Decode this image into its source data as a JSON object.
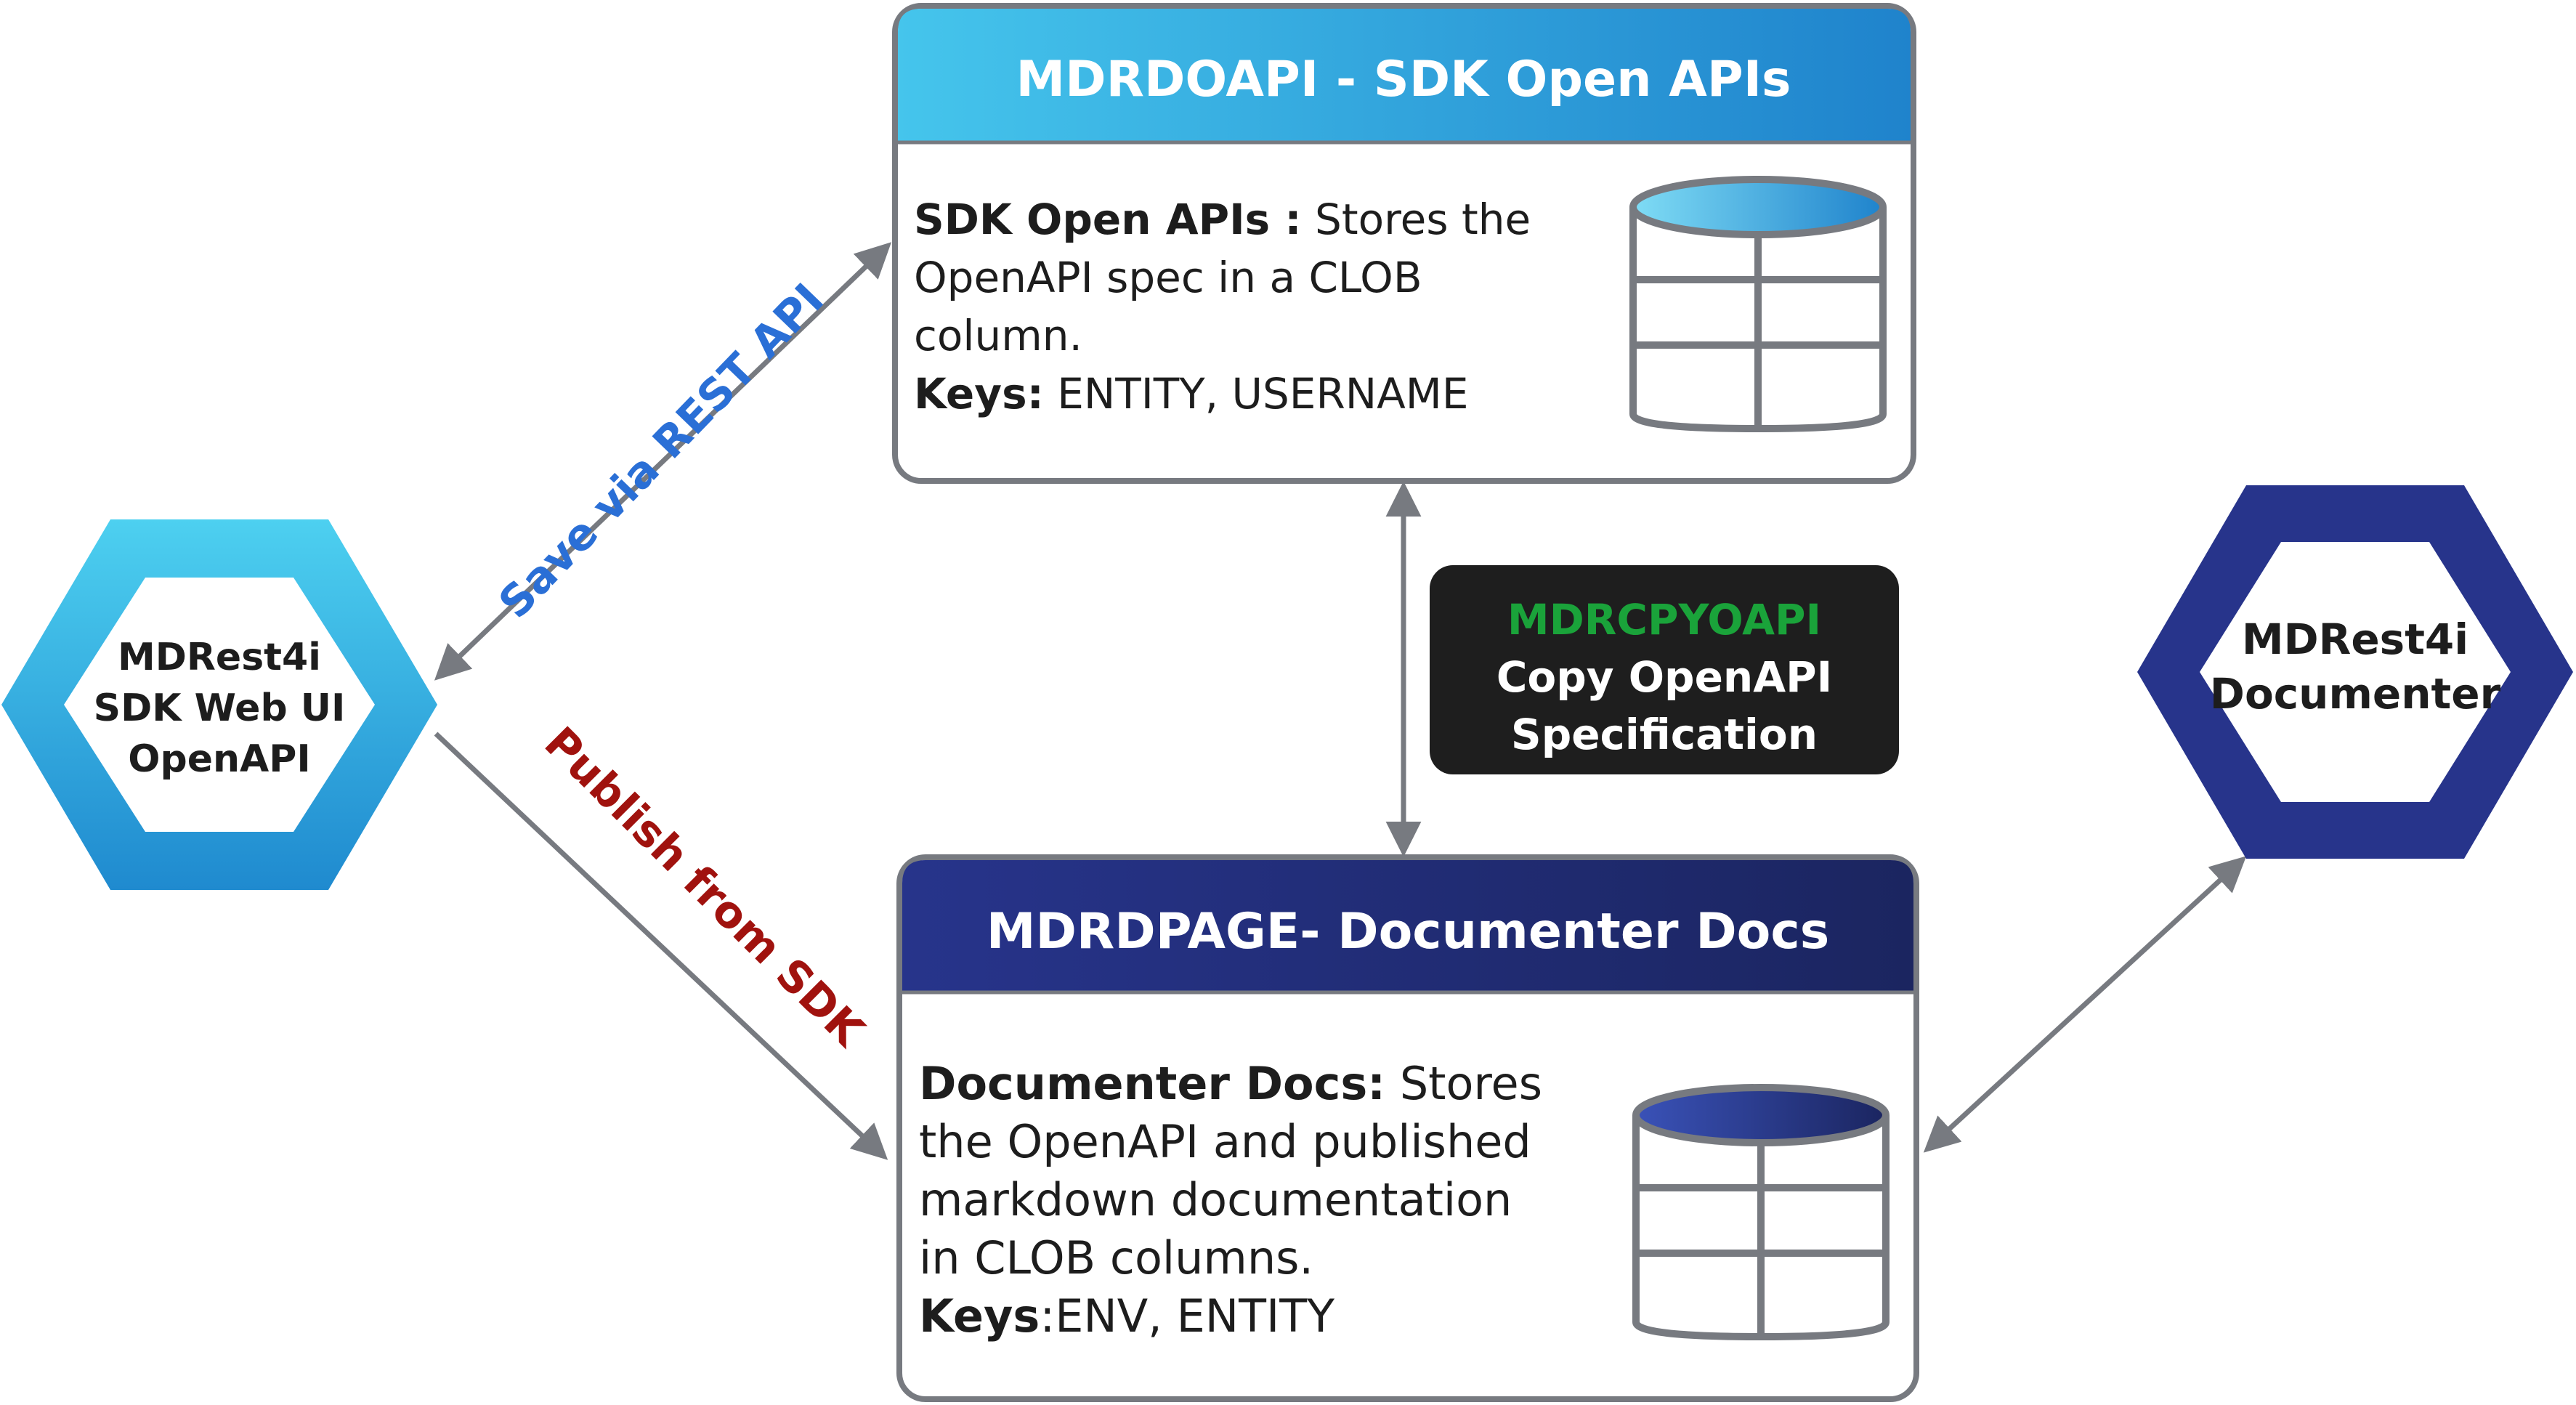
{
  "colors": {
    "top_header_start": "#45c5ec",
    "top_header_end": "#1f83cc",
    "bottom_header_start": "#27348b",
    "bottom_header_end": "#1b2560",
    "box_border": "#777a80",
    "arrow": "#777a80",
    "left_hex_start": "#4dd0f0",
    "left_hex_end": "#1f8acf",
    "right_hex": "#27348b",
    "copy_box_bg": "#1e1e1e",
    "copy_box_title": "#1aa33a",
    "save_label": "#2a6fd6",
    "publish_label": "#a0120e",
    "text": "#1d1d1d"
  },
  "top_box": {
    "header": "MDRDOAPI - SDK Open APIs",
    "lines": [
      {
        "label": "SDK Open APIs :",
        "text": " Stores the"
      },
      {
        "label": "",
        "text": "OpenAPI spec in a CLOB"
      },
      {
        "label": "",
        "text": "column."
      },
      {
        "label": "Keys:",
        "text": " ENTITY, USERNAME"
      }
    ],
    "icon": "database-icon"
  },
  "bottom_box": {
    "header": "MDRDPAGE- Documenter Docs",
    "lines": [
      {
        "label": "Documenter Docs:",
        "text": " Stores"
      },
      {
        "label": "",
        "text": "the OpenAPI and published"
      },
      {
        "label": "",
        "text": "markdown documentation"
      },
      {
        "label": "",
        "text": "in CLOB columns."
      },
      {
        "label": "Keys",
        "text": ":ENV, ENTITY"
      }
    ],
    "icon": "database-icon"
  },
  "left_hexagon": {
    "lines": [
      "MDRest4i",
      "SDK Web UI",
      "OpenAPI"
    ]
  },
  "right_hexagon": {
    "lines": [
      "MDRest4i",
      "Documenter"
    ]
  },
  "copy_box": {
    "title": "MDRCPYOAPI",
    "lines": [
      "Copy OpenAPI",
      "Specification"
    ]
  },
  "arrows": {
    "save_label": "Save via REST API",
    "publish_label": "Publish from SDK"
  }
}
